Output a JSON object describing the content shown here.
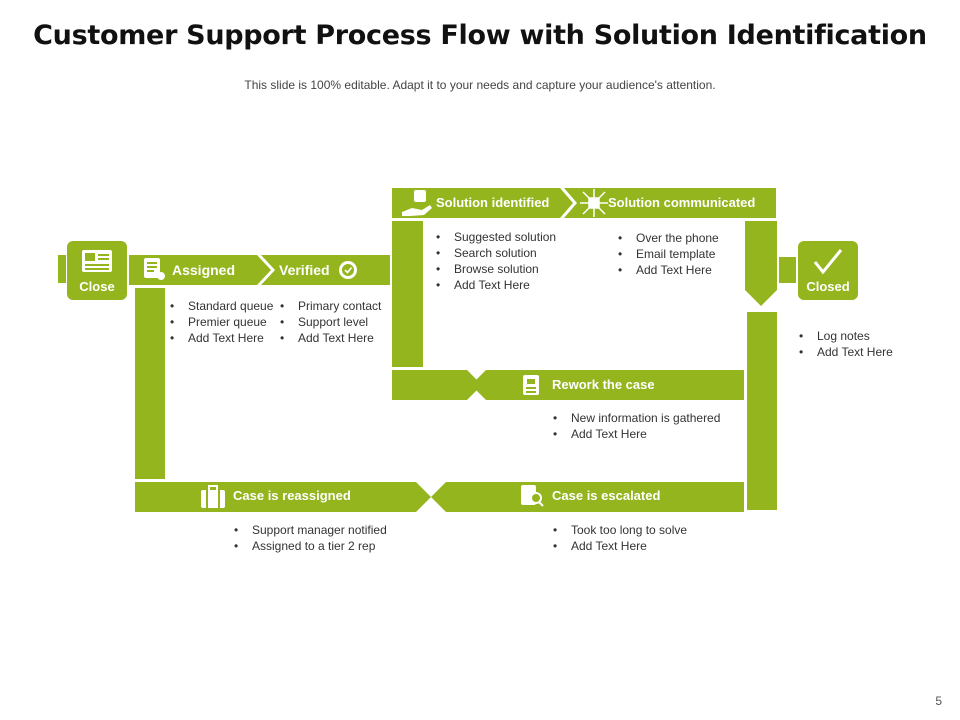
{
  "header": {
    "title": "Customer Support Process Flow with Solution Identification",
    "subtitle": "This slide is 100% editable. Adapt it to your needs and capture your audience's attention."
  },
  "colors": {
    "accent": "#94b51d",
    "text": "#333333"
  },
  "nodes": {
    "close": {
      "label": "Close",
      "icon": "newspaper-icon"
    },
    "closed": {
      "label": "Closed",
      "icon": "checkmark-icon"
    }
  },
  "steps": {
    "assigned": {
      "label": "Assigned",
      "icon": "document-icon",
      "bullets": [
        "Standard queue",
        "Premier queue",
        "Add Text Here"
      ]
    },
    "verified": {
      "label": "Verified",
      "icon": "badge-check-icon",
      "bullets": [
        "Primary contact",
        "Support level",
        "Add Text Here"
      ]
    },
    "solution_identified": {
      "label": "Solution identified",
      "icon": "hand-puzzle-icon",
      "bullets": [
        "Suggested solution",
        "Search solution",
        "Browse solution",
        "Add Text Here"
      ]
    },
    "solution_communicated": {
      "label": "Solution communicated",
      "icon": "network-icon",
      "bullets": [
        "Over the phone",
        "Email template",
        "Add Text Here"
      ]
    },
    "closed_notes": {
      "bullets": [
        "Log notes",
        "Add Text Here"
      ]
    },
    "rework": {
      "label": "Rework the case",
      "icon": "clipboard-icon",
      "bullets": [
        "New information is gathered",
        "Add Text Here"
      ]
    },
    "escalated": {
      "label": "Case is escalated",
      "icon": "search-document-icon",
      "bullets": [
        "Took too long to solve",
        "Add Text Here"
      ]
    },
    "reassigned": {
      "label": "Case is reassigned",
      "icon": "briefcase-icon",
      "bullets": [
        "Support manager notified",
        "Assigned to a tier 2 rep"
      ]
    }
  },
  "page_number": "5"
}
